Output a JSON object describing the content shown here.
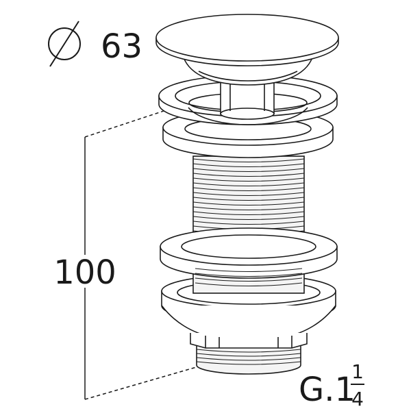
{
  "dimensions": {
    "diameter_symbol": "⌀",
    "diameter_value": "63",
    "height_value": "100",
    "thread_prefix": "G.1",
    "thread_numerator": "1",
    "thread_denominator": "4"
  },
  "colors": {
    "line": "#1a1a1a",
    "fill": "#ffffff",
    "thread_fill": "#f4f4f4"
  }
}
